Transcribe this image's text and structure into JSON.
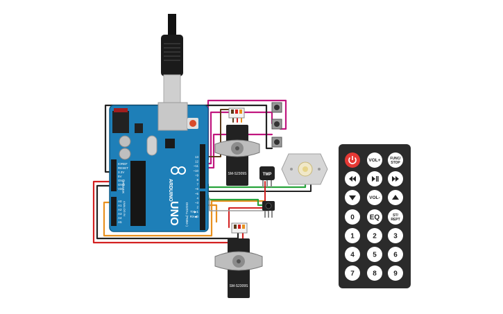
{
  "arduino": {
    "model": "UNO",
    "brand": "ARDUINO",
    "left_pins": [
      "IOREF",
      "RESET",
      "3.3V",
      "5V",
      "GND",
      "GND",
      "Vin"
    ],
    "power_header": "POWER",
    "analog_pins": [
      "A0",
      "A1",
      "A2",
      "A3",
      "A4",
      "A5"
    ],
    "analog_header": "ANALOG IN",
    "aref": "AREF",
    "gnd": "GND",
    "digital_pins": [
      "13",
      "12",
      "~11",
      "~10",
      "~9",
      "8",
      "7",
      "~6",
      "~5",
      "4",
      "~3",
      "2",
      "TX▶1",
      "RX◀0"
    ],
    "digital_header": "DIGITAL (PWM~)"
  },
  "servo_top": {
    "label": "SM-S2309S"
  },
  "servo_bottom": {
    "label": "SM-S2309S"
  },
  "sensor": {
    "label": "TMP"
  },
  "remote": {
    "colors": {
      "body": "#2b2b2b",
      "key": "#ffffff",
      "power": "#e53935"
    },
    "rows": [
      [
        {
          "label": "",
          "icon": "power-icon"
        },
        {
          "label": "VOL+"
        },
        {
          "label": "FUNC/ STOP"
        }
      ],
      [
        {
          "label": "",
          "icon": "rewind-icon"
        },
        {
          "label": "",
          "icon": "play-pause-icon"
        },
        {
          "label": "",
          "icon": "fast-forward-icon"
        }
      ],
      [
        {
          "label": "",
          "icon": "down-icon"
        },
        {
          "label": "VOL-"
        },
        {
          "label": "",
          "icon": "up-icon"
        }
      ],
      [
        {
          "label": "0"
        },
        {
          "label": "EQ"
        },
        {
          "label": "ST/ REPT"
        }
      ],
      [
        {
          "label": "1"
        },
        {
          "label": "2"
        },
        {
          "label": "3"
        }
      ],
      [
        {
          "label": "4"
        },
        {
          "label": "5"
        },
        {
          "label": "6"
        }
      ],
      [
        {
          "label": "7"
        },
        {
          "label": "8"
        },
        {
          "label": "9"
        }
      ]
    ]
  }
}
